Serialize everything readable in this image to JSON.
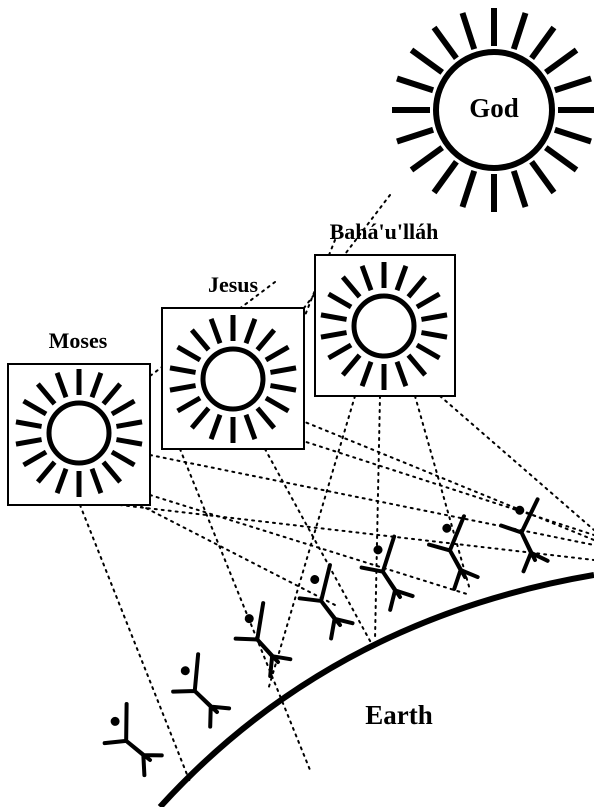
{
  "labels": {
    "god": "God",
    "bahaullah": "Bahá'u'lláh",
    "jesus": "Jesus",
    "moses": "Moses",
    "earth": "Earth"
  },
  "colors": {
    "ink": "#000000",
    "background": "#ffffff"
  }
}
